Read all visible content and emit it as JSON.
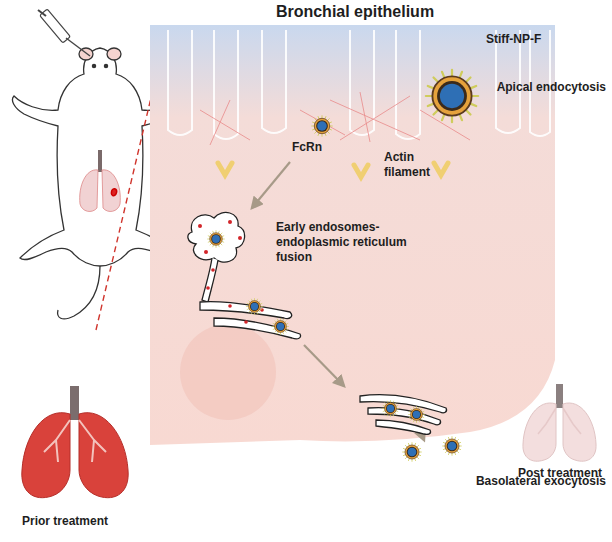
{
  "diagram": {
    "title": "Bronchial epithelium",
    "labels": [
      "Stiff-NP-F",
      "Apical endocytosis",
      "FcRn",
      "Actin filament",
      "Early endosomes- endoplasmic reticulum fusion",
      "Prior treatment",
      "Post treatment",
      "Basolateral exocytosis"
    ]
  }
}
